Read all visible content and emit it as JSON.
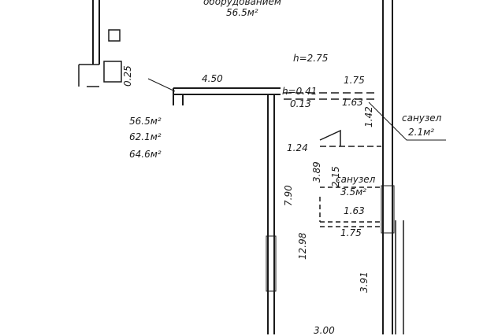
{
  "top_room": {
    "name": "оборудованием",
    "area": "56.5м²"
  },
  "ceiling_height": "h=2.75",
  "dims": {
    "d_025": "0.25",
    "d_450": "4.50",
    "d_h041": "h=0.41",
    "d_013": "0.13",
    "d_175_top": "1.75",
    "d_163_top": "1.63",
    "d_142": "1.42",
    "d_124": "1.24",
    "d_389": "3.89",
    "d_215": "2.15",
    "d_790": "7.90",
    "d_163_bot": "1.63",
    "d_175_bot": "1.75",
    "d_1298": "12.98",
    "d_391": "3.91",
    "d_300": "3.00"
  },
  "areas_summary": [
    "56.5м²",
    "62.1м²",
    "64.6м²"
  ],
  "bath1": {
    "name": "санузел",
    "area": "2.1м²"
  },
  "bath2": {
    "name": "санузел",
    "area": "3.5м²"
  }
}
